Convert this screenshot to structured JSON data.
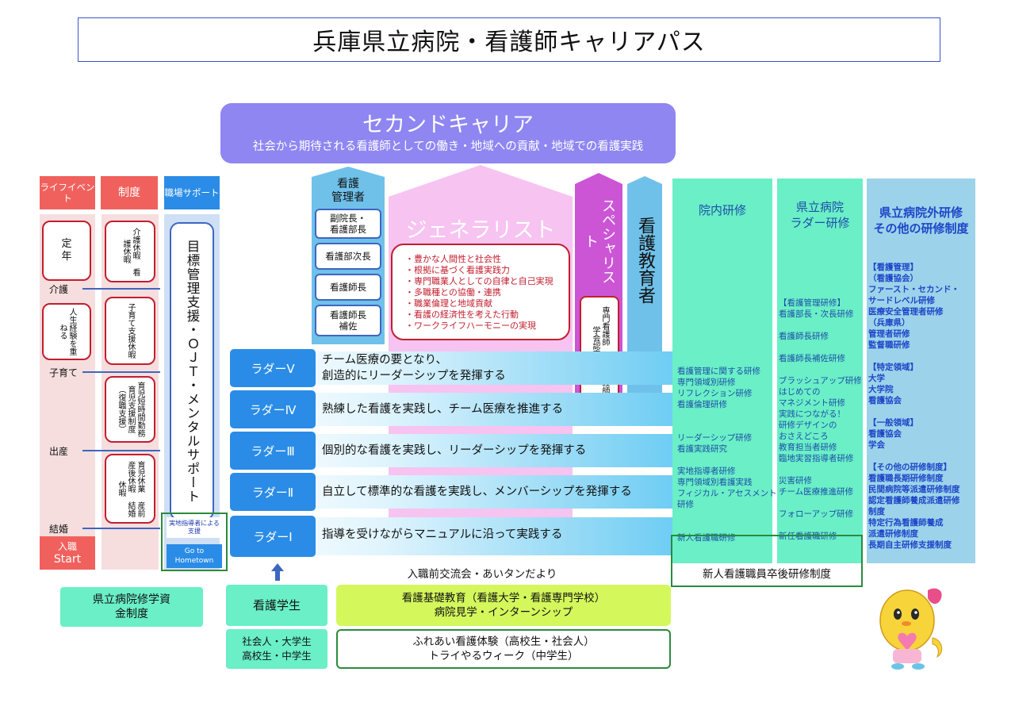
{
  "title": "兵庫県立病院・看護師キャリアパス",
  "second_career": {
    "title": "セカンドキャリア",
    "subtitle": "社会から期待される看護師としての働き・地域への貢献・地域での看護実践"
  },
  "left_headers": {
    "life_event": "ライフイベント",
    "system": "制度",
    "workplace_support": "職場サポート"
  },
  "life_pills": {
    "retirement": "定年",
    "experience": "人生経験を重ねる"
  },
  "life_levels": {
    "care": "介護",
    "childcare": "子育て",
    "birth": "出産",
    "marriage": "結婚"
  },
  "system_pills": {
    "care_leave": "介護休暇 看護休暇",
    "childcare_leave": "子育て支援休暇",
    "short_time": "育児短時間勤務 育児支援制度（復職支援）",
    "maternity": "育児休業 産前産後休暇 結婚休暇"
  },
  "start": {
    "line1": "入職",
    "line2": "Start"
  },
  "workplace": {
    "main": "目標管理支援・ＯＪＴ・メンタルサポート",
    "jicchi": "実地指導者による支援",
    "go_to": "Go to",
    "hometown": "Hometown"
  },
  "manager": {
    "title1": "看護",
    "title2": "管理者",
    "roles": [
      "副院長・看護部長",
      "看護部次長",
      "看護師長",
      "看護師長補佐"
    ]
  },
  "generalist": {
    "title": "ジェネラリスト",
    "items": [
      "・豊かな人間性と社会性",
      "・根拠に基づく看護実践力",
      "・専門職業人としての自律と自己実現",
      "・多職種との協働・連携",
      "・職業倫理と地域貢献",
      "・看護の経済性を考えた行動",
      "・ワークライフハーモニーの実現"
    ]
  },
  "specialist": {
    "title": "スペシャリスト",
    "box": "専門看護師 認定看護師 学会認定資格"
  },
  "educator": {
    "title": "看護教育者"
  },
  "ladders": [
    {
      "label": "ラダーⅤ",
      "line1": "チーム医療の要となり、",
      "line2": "創造的にリーダーシップを発揮する"
    },
    {
      "label": "ラダーⅣ",
      "line1": "熟練した看護を実践し、チーム医療を推進する",
      "line2": ""
    },
    {
      "label": "ラダーⅢ",
      "line1": "個別的な看護を実践し、リーダーシップを発揮する",
      "line2": ""
    },
    {
      "label": "ラダーⅡ",
      "line1": "自立して標準的な看護を実践し、メンバーシップを発揮する",
      "line2": ""
    },
    {
      "label": "ラダーⅠ",
      "line1": "指導を受けながらマニュアルに沿って実践する",
      "line2": ""
    }
  ],
  "training": {
    "inhouse": {
      "title": "院内研修",
      "items": [
        "看護管理に関する研修",
        "専門領域別研修",
        "リフレクション研修",
        "看護倫理研修",
        "",
        "",
        "リーダーシップ研修",
        "看護実践研究",
        "",
        "実地指導者研修",
        "専門領域別看護実践",
        "フィジカル・アセスメント",
        "研修",
        "",
        "",
        "新人看護職研修"
      ]
    },
    "ladder": {
      "title1": "県立病院",
      "title2": "ラダー研修",
      "items": [
        "【看護管理研修】",
        "看護部長・次長研修",
        "",
        "看護師長研修",
        "",
        "看護師長補佐研修",
        "",
        "ブラッシュアップ研修",
        "はじめての",
        "マネジメント研修",
        "実践につながる！",
        "研修デザインの",
        "おさえどころ",
        "教育担当者研修",
        "臨地実習指導者研修",
        "",
        "災害研修",
        "チーム医療推進研修",
        "",
        "フォローアップ研修",
        "",
        "新任看護職研修"
      ]
    },
    "external": {
      "title1": "県立病院外研修",
      "title2": "その他の研修制度",
      "items": [
        "【看護管理】",
        "（看護協会）",
        "ファースト・セカンド・",
        "サードレベル研修",
        "医療安全管理者研修",
        "（兵庫県）",
        "管理者研修",
        "監督職研修",
        "",
        "【特定領域】",
        "大学",
        "大学院",
        "看護協会",
        "",
        "【一般領域】",
        "看護協会",
        "学会",
        "",
        "【その他の研修制度】",
        "看護職長期研修制度",
        "民間病院等派遣研修制度",
        "認定看護師養成派遣研修",
        "制度",
        "特定行為看護師養成",
        "派遣研修制度",
        "長期自主研修支援制度"
      ]
    },
    "new_nurse_system": "新人看護職員卒後研修制度"
  },
  "bottom": {
    "pre_entry": "入職前交流会・あいタンだより",
    "scholarship": "県立病院修学資金制度",
    "nursing_student": "看護学生",
    "education_line1": "看護基礎教育（看護大学・看護専門学校）",
    "education_line2": "病院見学・インターンシップ",
    "others_line1": "社会人・大学生",
    "others_line2": "高校生・中学生",
    "experience_line1": "ふれあい看護体験（高校生・社会人）",
    "experience_line2": "トライやるウィーク（中学生）"
  },
  "colors": {
    "accent_blue": "#2a8ce6",
    "accent_red": "#f0615d",
    "mint": "#6aefc7",
    "purple": "#8f86f2",
    "magenta": "#cc55d6"
  }
}
